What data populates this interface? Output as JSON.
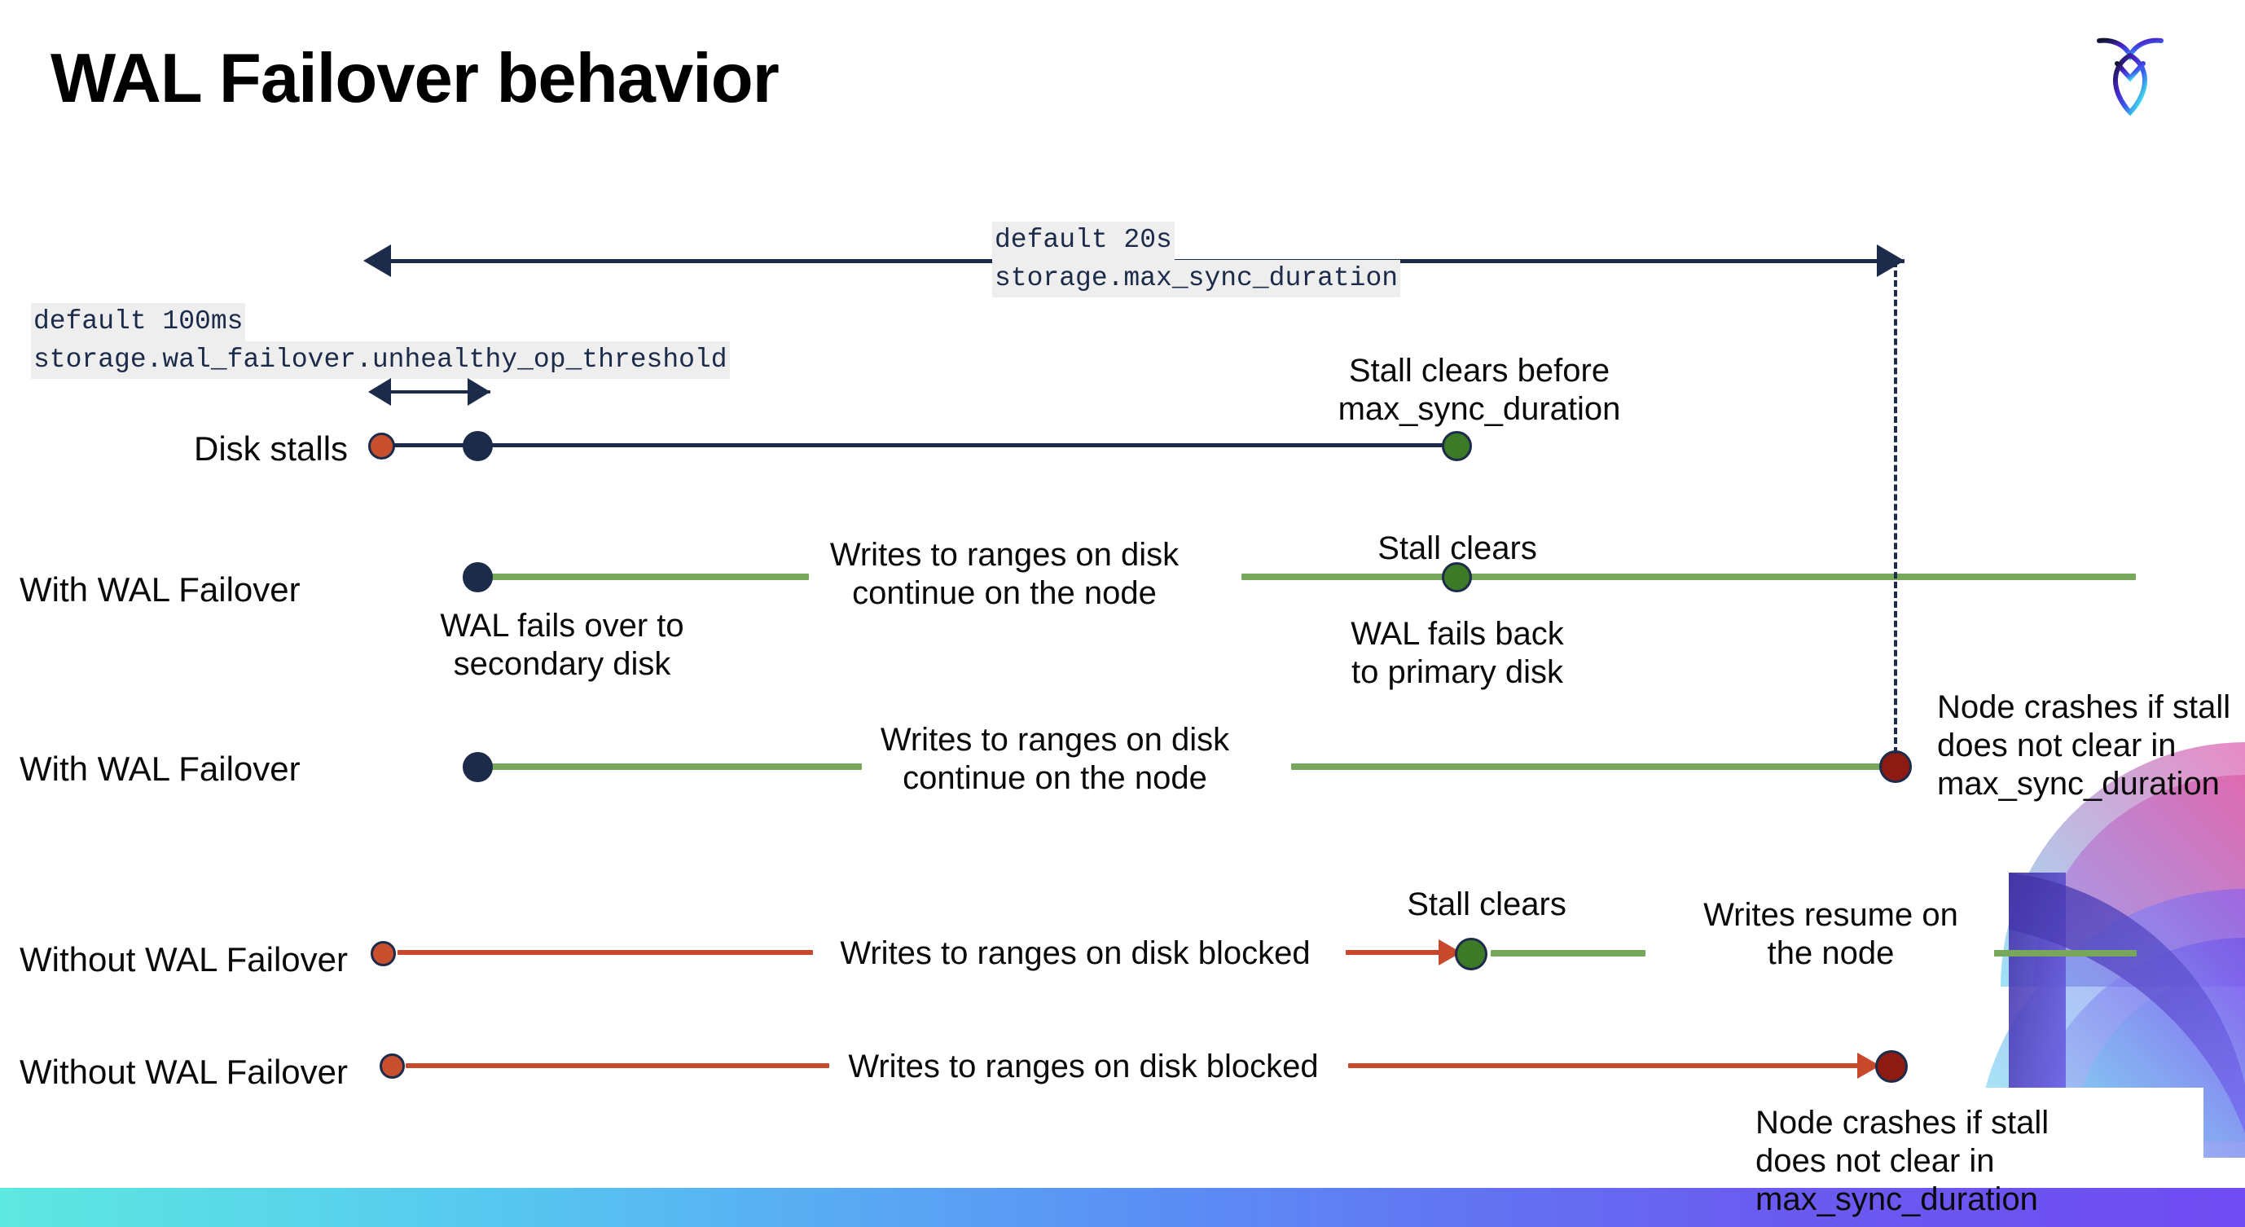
{
  "slide": {
    "title": "WAL Failover behavior",
    "brand_logo": "cockroachdb-logo",
    "accent_navy": "#1c2b4a",
    "accent_green": "#76a75a",
    "accent_orange": "#c8482b",
    "accent_darkred": "#8e1b12",
    "accent_dot_green": "#3d7a27",
    "bottom_bar_gradient": "#5de8e0 -> #6f4cf2"
  },
  "settings": {
    "max_sync": {
      "default_line": "default 20s",
      "name_line": "storage.max_sync_duration"
    },
    "unhealthy_op": {
      "default_line": "default 100ms",
      "name_line": "storage.wal_failover.unhealthy_op_threshold"
    }
  },
  "rows": [
    {
      "label": "Disk stalls",
      "end_note": "Stall clears before\nmax_sync_duration"
    },
    {
      "label": "With WAL Failover",
      "start_note": "WAL fails over to\nsecondary disk",
      "mid_note": "Writes to ranges on disk\ncontinue on the node",
      "clear_note": "Stall clears",
      "failback_note": "WAL fails  back\nto primary disk"
    },
    {
      "label": "With WAL Failover",
      "mid_note": "Writes to ranges on disk\ncontinue on the node",
      "crash_note": "Node crashes if stall\ndoes not clear in\nmax_sync_duration"
    },
    {
      "label": "Without WAL Failover",
      "mid_note": "Writes to ranges on disk  blocked",
      "clear_note": "Stall clears",
      "resume_note": "Writes resume on\nthe node"
    },
    {
      "label": "Without WAL Failover",
      "mid_note": "Writes to ranges on disk  blocked",
      "crash_note": "Node crashes if stall\ndoes not clear in\nmax_sync_duration"
    }
  ]
}
